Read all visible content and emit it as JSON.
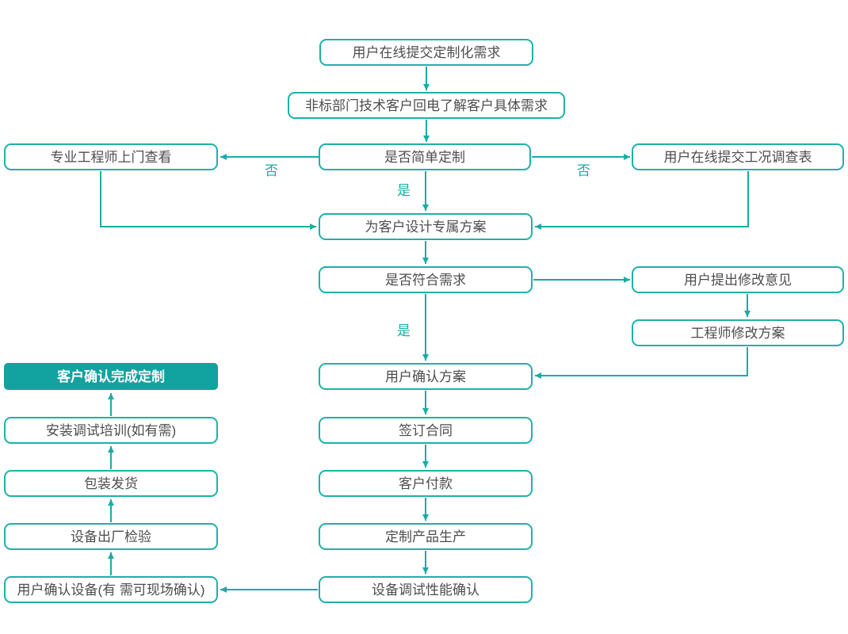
{
  "diagram": {
    "type": "flowchart",
    "colors": {
      "accent": "#18aca6",
      "node_border": "#1db1a9",
      "filled_node_background": "#12a2a0",
      "filled_node_text": "#ffffff",
      "node_text": "#4d4d4d",
      "background": "#ffffff"
    },
    "nodes": [
      {
        "id": "submit-request",
        "label": "用户在线提交定制化需求",
        "style": "outline"
      },
      {
        "id": "callback",
        "label": "非标部门技术客户回电了解客户具体需求",
        "style": "outline"
      },
      {
        "id": "engineer-visit",
        "label": "专业工程师上门查看",
        "style": "outline"
      },
      {
        "id": "simple-decision",
        "label": "是否简单定制",
        "style": "outline"
      },
      {
        "id": "survey-form",
        "label": "用户在线提交工况调查表",
        "style": "outline"
      },
      {
        "id": "design-plan",
        "label": "为客户设计专属方案",
        "style": "outline"
      },
      {
        "id": "meets-requirements",
        "label": "是否符合需求",
        "style": "outline"
      },
      {
        "id": "revision-feedback",
        "label": "用户提出修改意见",
        "style": "outline"
      },
      {
        "id": "engineer-revise",
        "label": "工程师修改方案",
        "style": "outline"
      },
      {
        "id": "confirm-plan",
        "label": "用户确认方案",
        "style": "outline"
      },
      {
        "id": "sign-contract",
        "label": "签订合同",
        "style": "outline"
      },
      {
        "id": "payment",
        "label": "客户付款",
        "style": "outline"
      },
      {
        "id": "production",
        "label": "定制产品生产",
        "style": "outline"
      },
      {
        "id": "debug-confirm",
        "label": "设备调试性能确认",
        "style": "outline"
      },
      {
        "id": "customization-complete",
        "label": "客户确认完成定制",
        "style": "filled"
      },
      {
        "id": "install-training",
        "label": "安装调试培训(如有需)",
        "style": "outline"
      },
      {
        "id": "packing-shipping",
        "label": "包装发货",
        "style": "outline"
      },
      {
        "id": "factory-inspection",
        "label": "设备出厂检验",
        "style": "outline"
      },
      {
        "id": "confirm-device",
        "label": "用户确认设备(有 需可现场确认)",
        "style": "outline"
      }
    ],
    "edge_labels": {
      "no_left": "否",
      "no_right": "否",
      "yes_top": "是",
      "yes_mid": "是"
    },
    "edges": [
      {
        "from": "submit-request",
        "to": "callback",
        "label": ""
      },
      {
        "from": "callback",
        "to": "simple-decision",
        "label": ""
      },
      {
        "from": "simple-decision",
        "to": "engineer-visit",
        "label": "否"
      },
      {
        "from": "simple-decision",
        "to": "survey-form",
        "label": "否"
      },
      {
        "from": "simple-decision",
        "to": "design-plan",
        "label": "是"
      },
      {
        "from": "engineer-visit",
        "to": "design-plan",
        "label": ""
      },
      {
        "from": "survey-form",
        "to": "design-plan",
        "label": ""
      },
      {
        "from": "design-plan",
        "to": "meets-requirements",
        "label": ""
      },
      {
        "from": "meets-requirements",
        "to": "revision-feedback",
        "label": ""
      },
      {
        "from": "meets-requirements",
        "to": "confirm-plan",
        "label": "是"
      },
      {
        "from": "revision-feedback",
        "to": "engineer-revise",
        "label": ""
      },
      {
        "from": "engineer-revise",
        "to": "confirm-plan",
        "label": ""
      },
      {
        "from": "confirm-plan",
        "to": "sign-contract",
        "label": ""
      },
      {
        "from": "sign-contract",
        "to": "payment",
        "label": ""
      },
      {
        "from": "payment",
        "to": "production",
        "label": ""
      },
      {
        "from": "production",
        "to": "debug-confirm",
        "label": ""
      },
      {
        "from": "debug-confirm",
        "to": "confirm-device",
        "label": ""
      },
      {
        "from": "confirm-device",
        "to": "factory-inspection",
        "label": ""
      },
      {
        "from": "factory-inspection",
        "to": "packing-shipping",
        "label": ""
      },
      {
        "from": "packing-shipping",
        "to": "install-training",
        "label": ""
      },
      {
        "from": "install-training",
        "to": "customization-complete",
        "label": ""
      }
    ]
  }
}
